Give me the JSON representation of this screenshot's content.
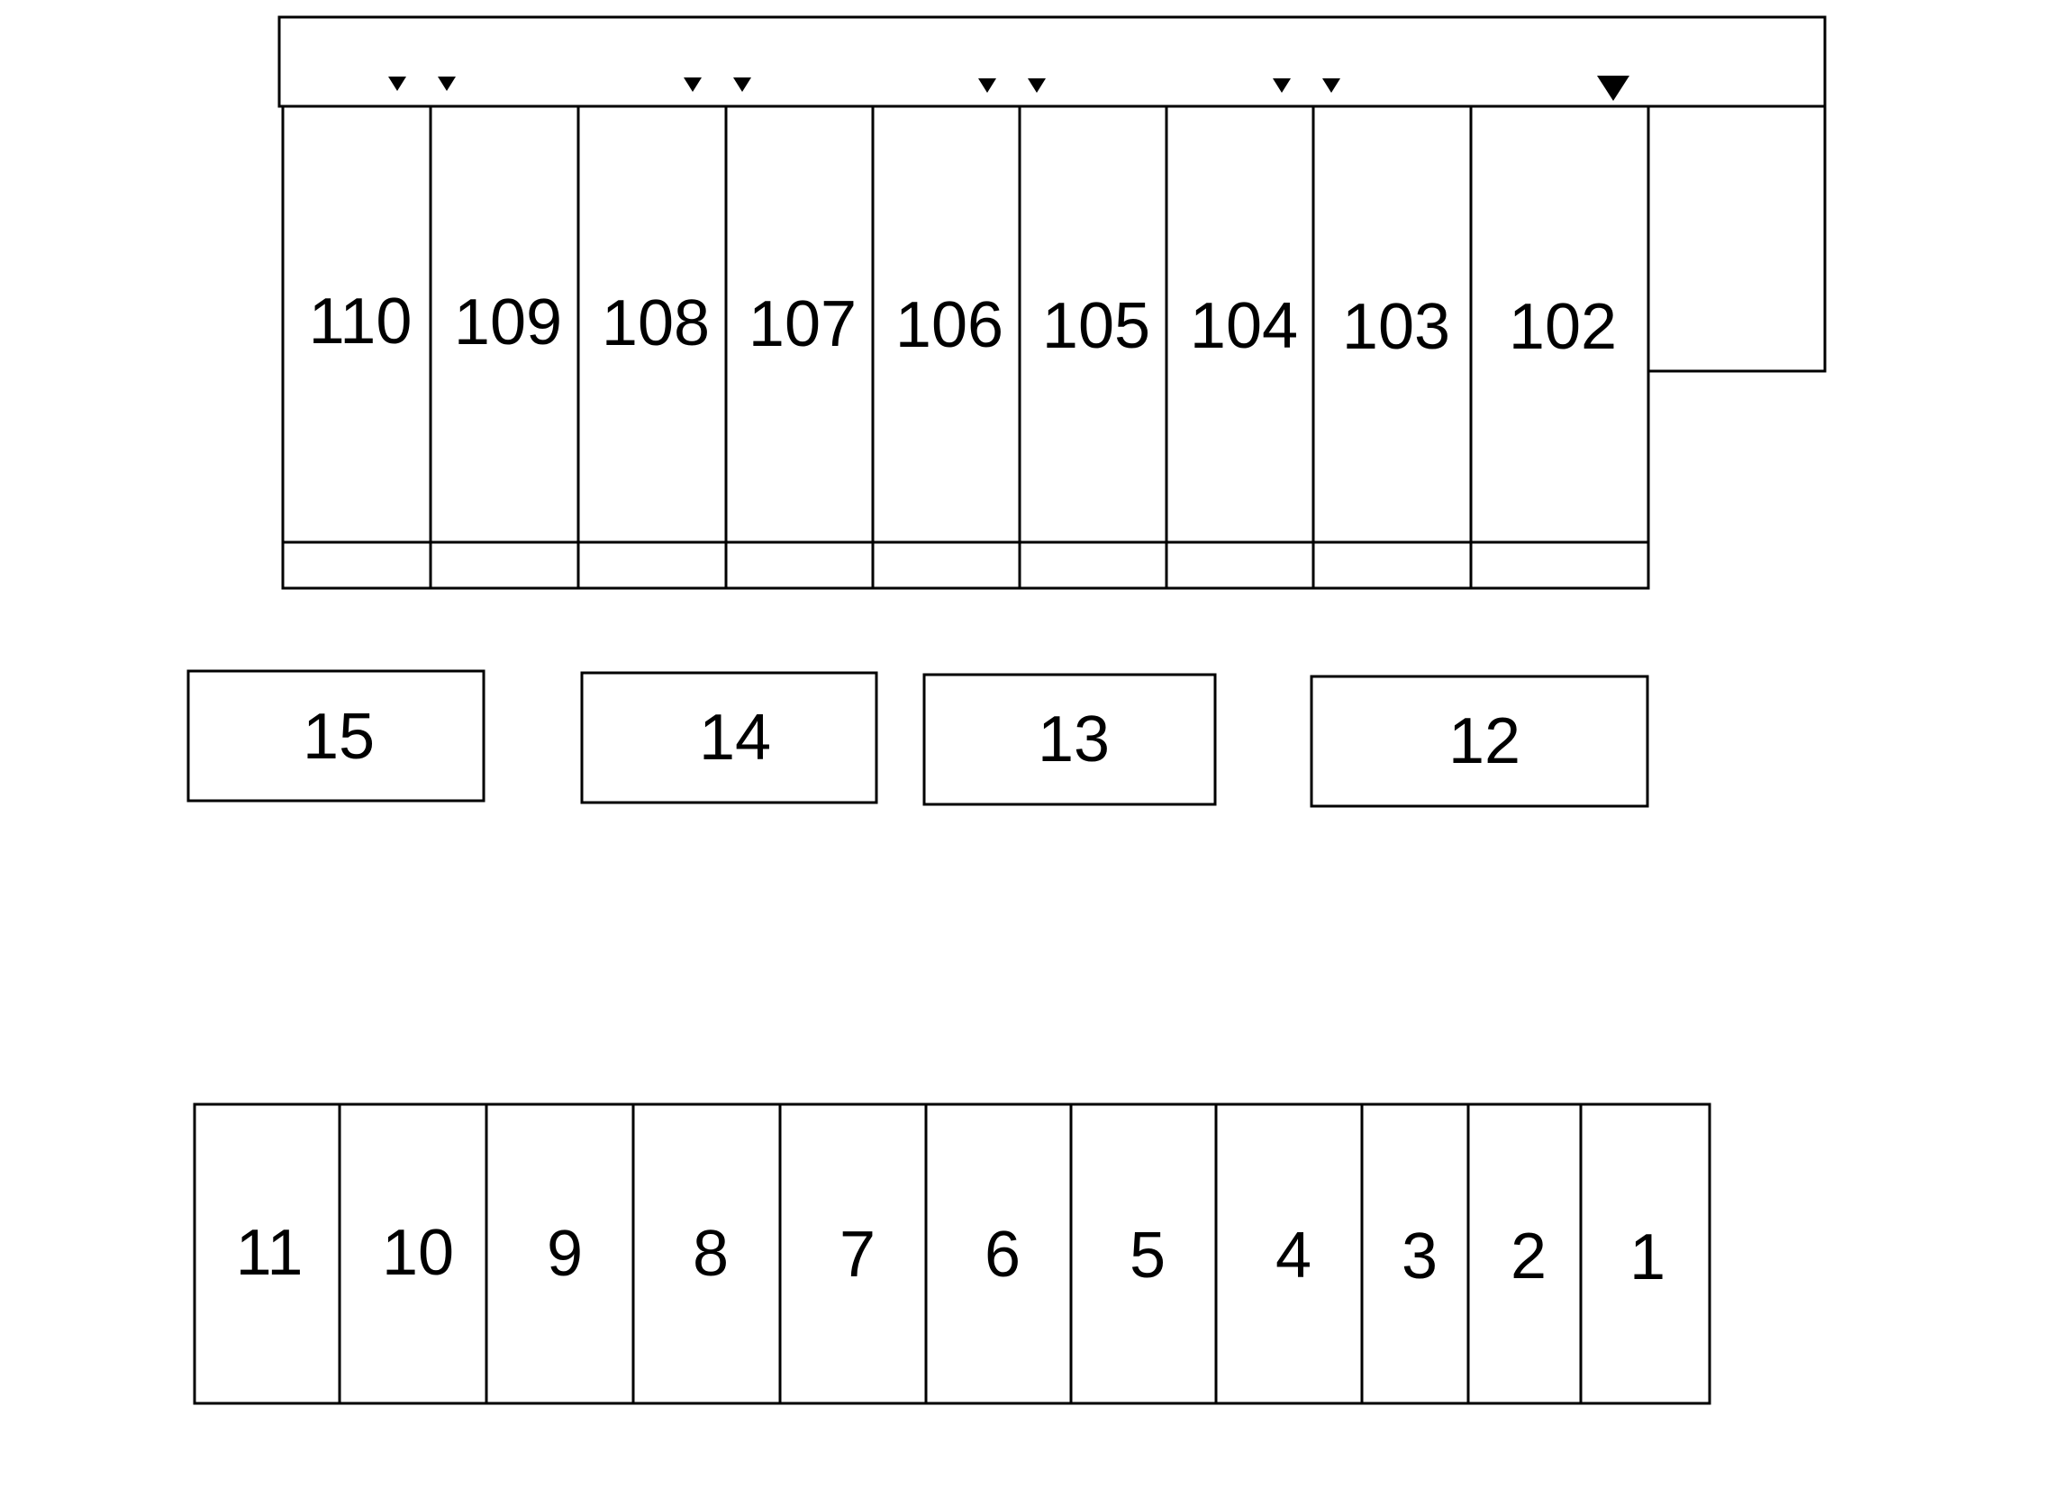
{
  "building": {
    "units": [
      "110",
      "109",
      "108",
      "107",
      "106",
      "105",
      "104",
      "103",
      "102"
    ]
  },
  "parking_middle": {
    "spaces": [
      "15",
      "14",
      "13",
      "12"
    ]
  },
  "parking_bottom": {
    "spaces": [
      "11",
      "10",
      "9",
      "8",
      "7",
      "6",
      "5",
      "4",
      "3",
      "2",
      "1"
    ]
  },
  "colors": {
    "line": "#000000",
    "background": "#ffffff"
  }
}
